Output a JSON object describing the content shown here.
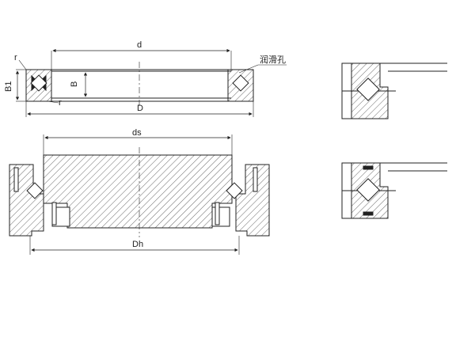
{
  "labels": {
    "d": "d",
    "D": "D",
    "B": "B",
    "B1": "B1",
    "r_top": "r",
    "r_bottom": "r",
    "lube_hole": "润滑孔",
    "ds": "ds",
    "Dh": "Dh"
  }
}
